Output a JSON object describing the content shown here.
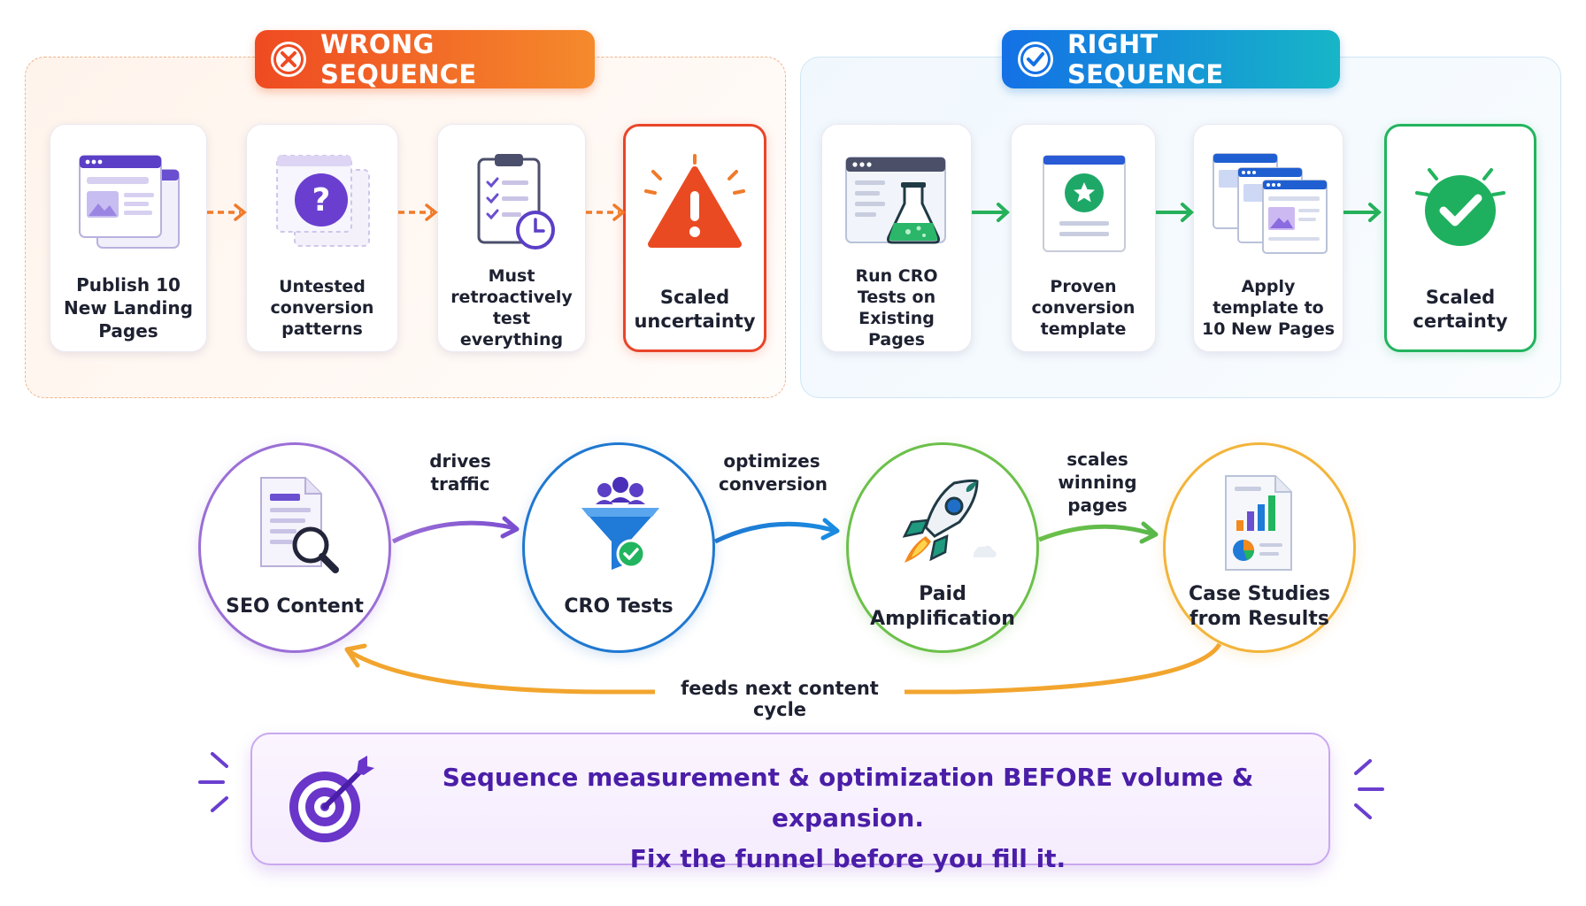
{
  "wrong_sequence": {
    "title": "WRONG SEQUENCE",
    "steps": [
      {
        "label": "Publish 10 New Landing Pages",
        "icon": "landing-pages-icon"
      },
      {
        "label": "Untested conversion patterns",
        "icon": "question-icon"
      },
      {
        "label": "Must retroactively test everything",
        "icon": "clipboard-clock-icon"
      },
      {
        "label": "Scaled uncertainty",
        "icon": "warning-icon"
      }
    ]
  },
  "right_sequence": {
    "title": "RIGHT SEQUENCE",
    "steps": [
      {
        "label": "Run CRO Tests on Existing Pages",
        "icon": "flask-browser-icon"
      },
      {
        "label": "Proven conversion template",
        "icon": "star-document-icon"
      },
      {
        "label": "Apply template to 10 New Pages",
        "icon": "stacked-pages-icon"
      },
      {
        "label": "Scaled certainty",
        "icon": "checkmark-icon"
      }
    ]
  },
  "cycle": {
    "nodes": [
      {
        "label": "SEO Content",
        "icon": "document-search-icon"
      },
      {
        "label": "CRO Tests",
        "icon": "funnel-icon"
      },
      {
        "label": "Paid Amplification",
        "icon": "rocket-icon"
      },
      {
        "label": "Case Studies from Results",
        "icon": "chart-report-icon"
      }
    ],
    "edges": [
      {
        "label": "drives traffic"
      },
      {
        "label": "optimizes conversion"
      },
      {
        "label": "scales winning pages"
      }
    ],
    "feedback_label": "feeds next content cycle"
  },
  "banner": {
    "line1": "Sequence measurement & optimization BEFORE volume & expansion.",
    "line2": "Fix the funnel before you fill it.",
    "icon": "target-icon"
  },
  "colors": {
    "wrong": "#ef4a22",
    "right": "#1471e6",
    "seo": "#9b6fd6",
    "cro": "#1f78d1",
    "paid": "#6cc04a",
    "case": "#f2b43a",
    "banner_text": "#4a1ea8"
  }
}
